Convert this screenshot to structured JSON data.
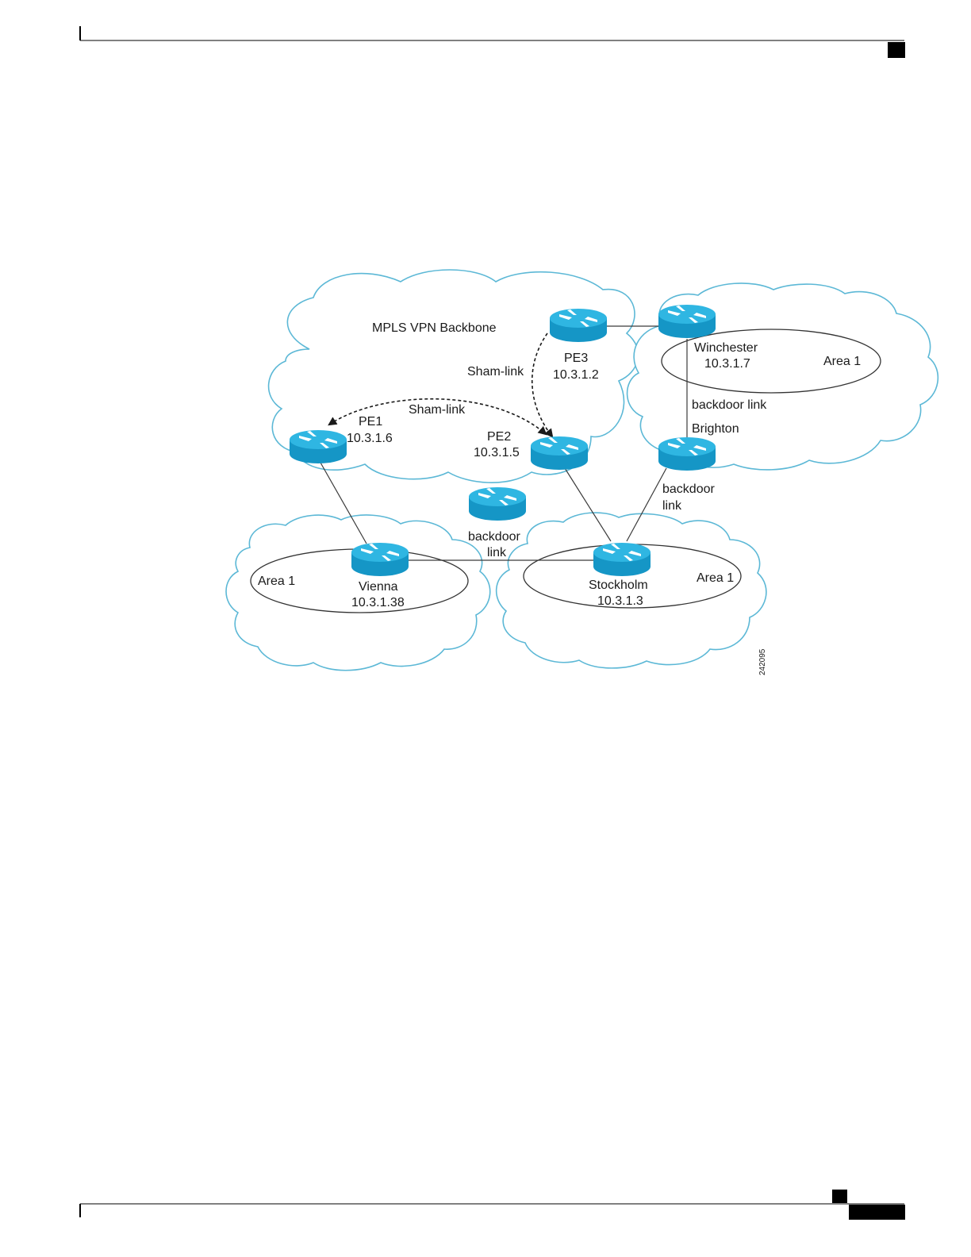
{
  "colors": {
    "cloud_outline": "#5cb8d6",
    "router_body": "#1aa1d0",
    "router_top": "#2bb3e0",
    "router_arrows": "#ffffff",
    "marker_black": "#000000"
  },
  "icons": {
    "router": "router-icon"
  },
  "diagram": {
    "backbone_label": "MPLS VPN Backbone",
    "sham_link_label_top": "Sham-link",
    "sham_link_label_mid": "Sham-link",
    "pe1": {
      "name": "PE1",
      "ip": "10.3.1.6"
    },
    "pe2": {
      "name": "PE2",
      "ip": "10.3.1.5"
    },
    "pe3": {
      "name": "PE3",
      "ip": "10.3.1.2"
    },
    "winchester": {
      "name": "Winchester",
      "ip": "10.3.1.7",
      "area": "Area 1"
    },
    "brighton": {
      "name": "Brighton"
    },
    "backdoor_link_right_top": "backdoor link",
    "backdoor_link_right_lower": [
      "backdoor",
      "link"
    ],
    "backdoor_link_center": [
      "backdoor",
      "link"
    ],
    "vienna": {
      "name": "Vienna",
      "ip": "10.3.1.38",
      "area": "Area 1"
    },
    "stockholm": {
      "name": "Stockholm",
      "ip": "10.3.1.3",
      "area": "Area 1"
    },
    "figure_id": "242095"
  }
}
